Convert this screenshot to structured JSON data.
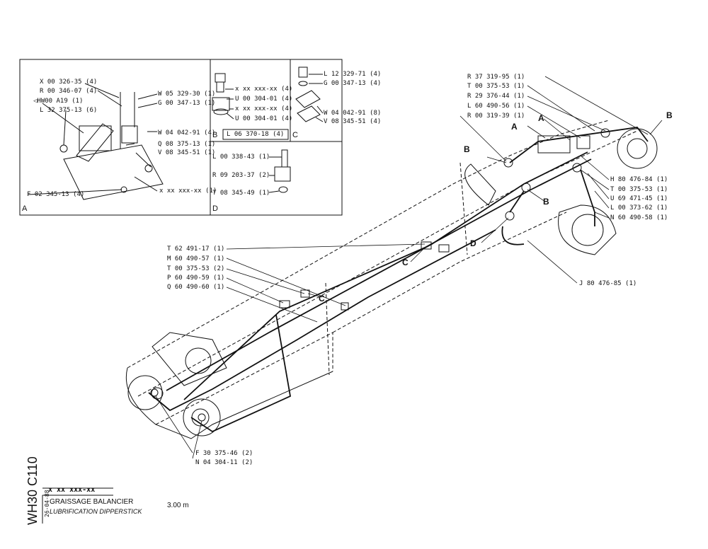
{
  "inset_panels": {
    "A": {
      "corner_label": "A",
      "parts": [
        "X 00 326-35 (4)",
        "R 00 346-07 (4)",
        "HW00 A19 (1)",
        "L 32 375-13 (6)",
        "W 05 329-30 (1)",
        "G 00 347-13 (1)",
        "W 04 042-91 (4)",
        "Q 08 375-13 (1)",
        "V 08 345-51 (1)",
        "F 02 345-13 (4)",
        "x xx xxx-xx (1)"
      ]
    },
    "B": {
      "corner_label": "B",
      "parts": [
        "x xx xxx-xx (4)",
        "U 00 304-01 (4)",
        "x xx xxx-xx (4)",
        "U 00 304-01 (4)"
      ],
      "footer_part": "L 06 370-18 (4)"
    },
    "C": {
      "corner_label": "C",
      "parts": [
        "L 12 329-71 (4)",
        "G 00 347-13 (4)",
        "W 04 042-91 (8)",
        "V 08 345-51 (4)"
      ]
    },
    "D": {
      "corner_label": "D",
      "parts": [
        "L 00 338-43 (1)",
        "R 09 203-37 (2)",
        "T 08 345-49 (1)"
      ]
    }
  },
  "main_parts": {
    "top_right": [
      "R 37 319-95 (1)",
      "T 00 375-53 (1)",
      "R 29 376-44 (1)",
      "L 60 490-56 (1)",
      "R 00 319-39 (1)"
    ],
    "right": [
      "H 80 476-84 (1)",
      "T 00 375-53 (1)",
      "U 69 471-45 (1)",
      "L 00 373-62 (1)",
      "N 60 490-58 (1)"
    ],
    "bottom_right": "J 80 476-85 (1)",
    "left": [
      "T 62 491-17 (1)",
      "M 60 490-57 (1)",
      "T 00 375-53 (2)",
      "P 60 490-59 (1)",
      "Q 60 490-60 (1)"
    ],
    "bottom": [
      "F 30 375-46 (2)",
      "N 04 304-11 (2)"
    ]
  },
  "detail_tags": {
    "b1": "B",
    "b2": "B",
    "b3": "B",
    "a1": "A",
    "a2": "A",
    "c1": "C",
    "c2": "C",
    "d1": "D"
  },
  "title_block": {
    "model_code": "WH30 C110",
    "date": "26-04-88",
    "reference": "x xx xxx-xx",
    "title_fr": "GRAISSAGE BALANCIER",
    "title_en": "LUBRIFICATION DIPPERSTICK",
    "length": "3.00 m"
  },
  "colors": {
    "ink": "#111111",
    "paper": "#ffffff"
  }
}
